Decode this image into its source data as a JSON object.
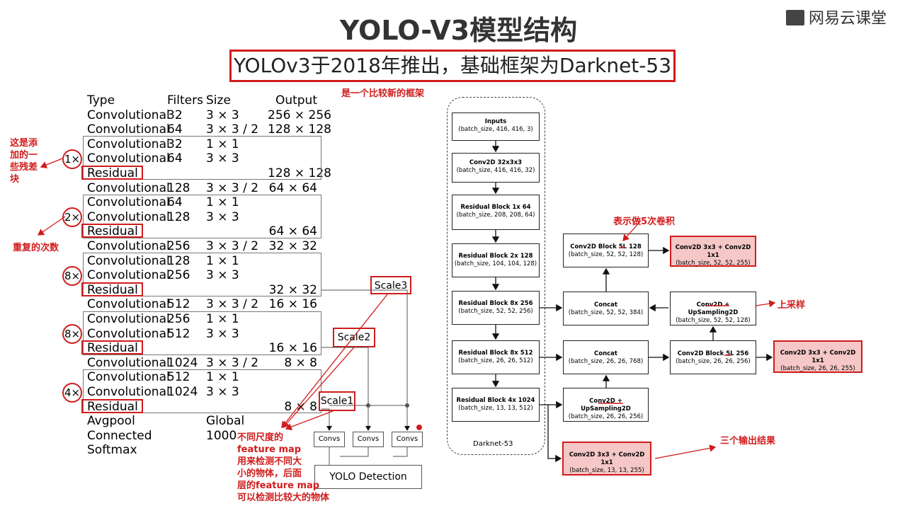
{
  "title": "YOLO-V3模型结构",
  "logo": "网易云课堂",
  "subtitle": "YOLOv3于2018年推出，基础框架为Darknet-53",
  "notes": {
    "newframe": "是一个比较新的框架",
    "residual_added": [
      "这是添",
      "加的一",
      "些残差",
      "块"
    ],
    "repeat_count": "重复的次数",
    "five_conv": "表示做5次卷积",
    "upsample": "上采样",
    "three_outputs": "三个输出结果",
    "feature_map": [
      "不同尺度的",
      "feature map",
      "用来检测不同大",
      "小的物体，后面",
      "层的feature map",
      "可以检测比较大的物体"
    ]
  },
  "table": {
    "headers": [
      "Type",
      "Filters",
      "Size",
      "Output"
    ],
    "rows": [
      [
        "Convolutional",
        "32",
        "3 × 3",
        "256 × 256"
      ],
      [
        "Convolutional",
        "64",
        "3 × 3 / 2",
        "128 × 128"
      ],
      [
        "Convolutional",
        "32",
        "1 × 1",
        ""
      ],
      [
        "Convolutional",
        "64",
        "3 × 3",
        ""
      ],
      [
        "Residual",
        "",
        "",
        "128 × 128"
      ],
      [
        "Convolutional",
        "128",
        "3 × 3 / 2",
        "64 × 64"
      ],
      [
        "Convolutional",
        "64",
        "1 × 1",
        ""
      ],
      [
        "Convolutional",
        "128",
        "3 × 3",
        ""
      ],
      [
        "Residual",
        "",
        "",
        "64 × 64"
      ],
      [
        "Convolutional",
        "256",
        "3 × 3 / 2",
        "32 × 32"
      ],
      [
        "Convolutional",
        "128",
        "1 × 1",
        ""
      ],
      [
        "Convolutional",
        "256",
        "3 × 3",
        ""
      ],
      [
        "Residual",
        "",
        "",
        "32 × 32"
      ],
      [
        "Convolutional",
        "512",
        "3 × 3 / 2",
        "16 × 16"
      ],
      [
        "Convolutional",
        "256",
        "1 × 1",
        ""
      ],
      [
        "Convolutional",
        "512",
        "3 × 3",
        ""
      ],
      [
        "Residual",
        "",
        "",
        "16 × 16"
      ],
      [
        "Convolutional",
        "1024",
        "3 × 3 / 2",
        "8 × 8"
      ],
      [
        "Convolutional",
        "512",
        "1 × 1",
        ""
      ],
      [
        "Convolutional",
        "1024",
        "3 × 3",
        ""
      ],
      [
        "Residual",
        "",
        "",
        "8 × 8"
      ],
      [
        "Avgpool",
        "",
        "Global",
        ""
      ],
      [
        "Connected",
        "",
        "1000",
        ""
      ],
      [
        "Softmax",
        "",
        "",
        ""
      ]
    ],
    "repeats": [
      "1×",
      "2×",
      "8×",
      "8×",
      "4×"
    ]
  },
  "detection": {
    "scales": [
      "Scale3",
      "Scale2",
      "Scale1"
    ],
    "convs": "Convs",
    "yolo": "YOLO Detection"
  },
  "darknet": {
    "label": "Darknet-53",
    "blocks": [
      {
        "name": "Inputs",
        "shape": "(batch_size, 416, 416, 3)"
      },
      {
        "name": "Conv2D 32x3x3",
        "shape": "(batch_size, 416, 416, 32)"
      },
      {
        "name": "Residual Block 1x  64",
        "shape": "(batch_size, 208, 208, 64)"
      },
      {
        "name": "Residual Block 2x  128",
        "shape": "(batch_size, 104, 104, 128)"
      },
      {
        "name": "Residual Block 8x  256",
        "shape": "(batch_size, 52, 52, 256)"
      },
      {
        "name": "Residual Block 8x  512",
        "shape": "(batch_size, 26, 26, 512)"
      },
      {
        "name": "Residual Block 4x  1024",
        "shape": "(batch_size, 13, 13,  512)"
      }
    ]
  },
  "head": {
    "conv5_52": {
      "name": "Conv2D Block 5L  128",
      "shape": "(batch_size, 52, 52, 128)"
    },
    "out_52": {
      "name": "Conv2D 3x3 + Conv2D 1x1",
      "shape": "(batch_size, 52, 52, 255)"
    },
    "concat_52": {
      "name": "Concat",
      "shape": "(batch_size, 52, 52, 384)"
    },
    "up_52": {
      "name": "Conv2D + UpSampling2D",
      "shape": "(batch_size, 52, 52, 128)"
    },
    "concat_26": {
      "name": "Concat",
      "shape": "(batch_size, 26, 26, 768)"
    },
    "conv5_26": {
      "name": "Conv2D Block 5L  256",
      "shape": "(batch_size, 26, 26, 256)"
    },
    "out_26": {
      "name": "Conv2D 3x3 + Conv2D 1x1",
      "shape": "(batch_size, 26, 26, 255)"
    },
    "up_26": {
      "name": "Conv2D + UpSampling2D",
      "shape": "(batch_size, 26, 26, 256)"
    },
    "out_13": {
      "name": "Conv2D 3x3 + Conv2D 1x1",
      "shape": "(batch_size, 13, 13, 255)"
    }
  },
  "colors": {
    "accent": "#d01c1c",
    "pink": "#f5c7c7"
  }
}
